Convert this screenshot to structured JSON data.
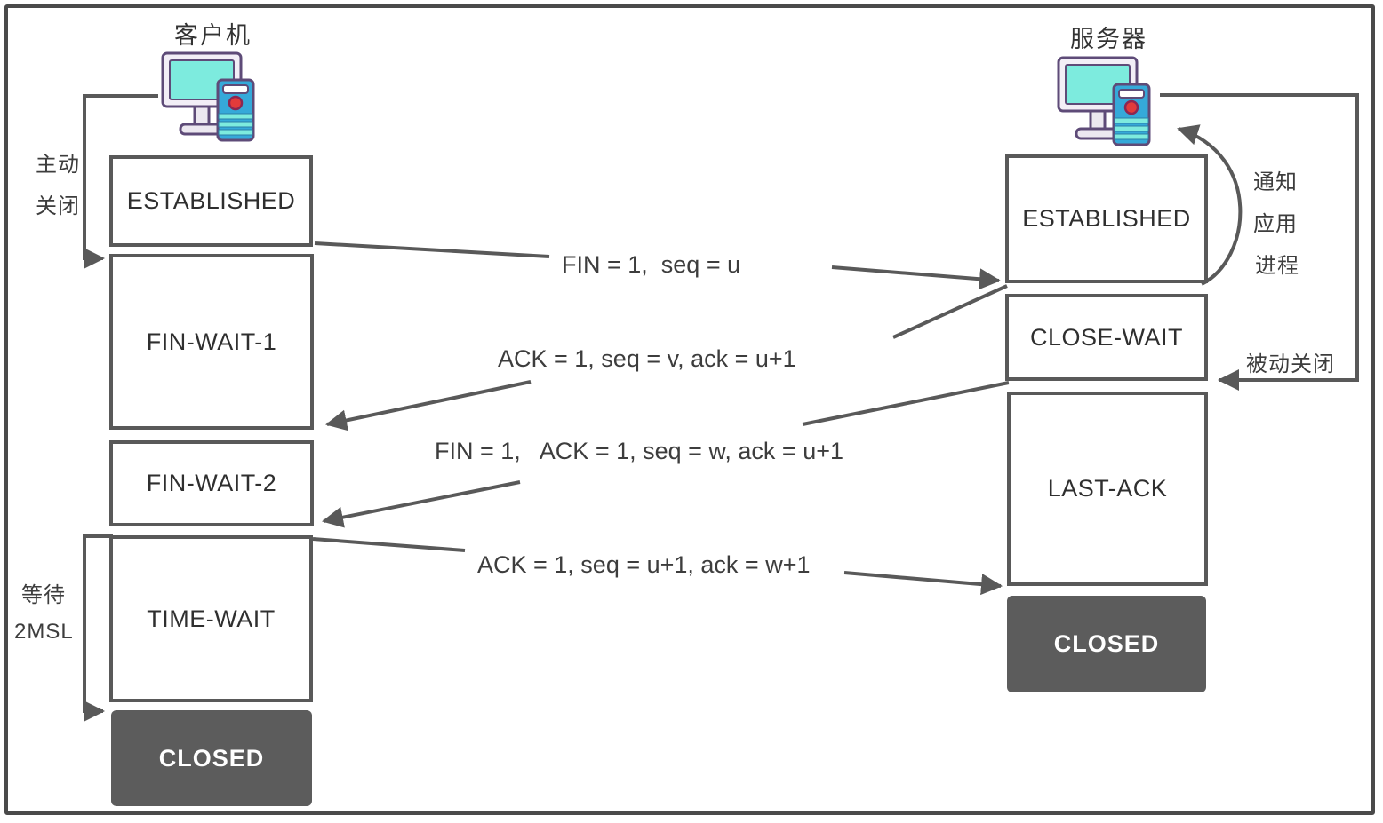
{
  "client": {
    "title": "客户机",
    "states": [
      {
        "label": "ESTABLISHED"
      },
      {
        "label": "FIN-WAIT-1"
      },
      {
        "label": "FIN-WAIT-2"
      },
      {
        "label": "TIME-WAIT"
      },
      {
        "label": "CLOSED"
      }
    ]
  },
  "server": {
    "title": "服务器",
    "states": [
      {
        "label": "ESTABLISHED"
      },
      {
        "label": "CLOSE-WAIT"
      },
      {
        "label": "LAST-ACK"
      },
      {
        "label": "CLOSED"
      }
    ]
  },
  "messages": [
    {
      "text": "FIN = 1,  seq = u"
    },
    {
      "text": "ACK = 1, seq = v, ack = u+1"
    },
    {
      "text": "FIN = 1,   ACK = 1, seq = w, ack = u+1"
    },
    {
      "text": "ACK = 1, seq = u+1, ack = w+1"
    }
  ],
  "annotations": {
    "active_close": [
      "主动",
      "关闭"
    ],
    "wait_2msl": [
      "等待",
      "2MSL"
    ],
    "notify_app": [
      "通知",
      "应用",
      "进程"
    ],
    "passive_close": "被动关闭"
  },
  "colors": {
    "line": "#595959",
    "closed_fill": "#5c5c5c",
    "closed_text": "#ffffff",
    "icon_outline": "#5e4b78",
    "icon_screen": "#7debde",
    "icon_tower": "#35a9d9",
    "icon_power": "#e23b3b"
  }
}
